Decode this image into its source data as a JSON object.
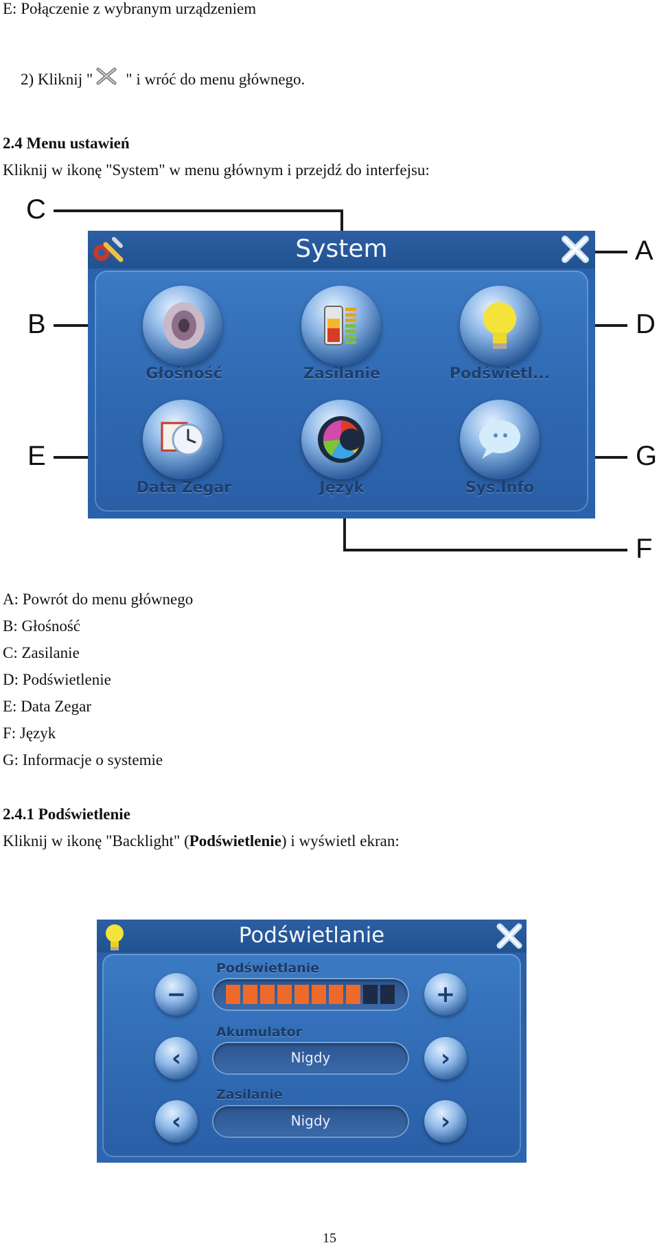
{
  "text": {
    "line_e": "E: Połączenie z wybranym urządzeniem",
    "step2_prefix": "2) Kliknij \"",
    "step2_suffix": "\" i wróć do menu głównego.",
    "section_title": "2.4 Menu ustawień",
    "section_intro": "Kliknij w ikonę \"System\" w menu głównym i przejdź do interfejsu:",
    "legend": [
      "A: Powrót do menu głównego",
      "B: Głośność",
      "C: Zasilanie",
      "D: Podświetlenie",
      "E: Data Zegar",
      "F: Język",
      "G: Informacje o systemie"
    ],
    "sub_title": "2.4.1 Podświetlenie",
    "sub_intro_a": "Kliknij w ikonę \"Backlight\" (",
    "sub_intro_bold": "Podświetlenie",
    "sub_intro_b": ") i wyświetl ekran:",
    "page_number": "15"
  },
  "system_screen": {
    "title": "System",
    "icons": [
      {
        "label": "Głośność",
        "icon": "speaker-icon"
      },
      {
        "label": "Zasilanie",
        "icon": "battery-icon"
      },
      {
        "label": "Podświetl...",
        "icon": "lightbulb-icon"
      },
      {
        "label": "Data Zegar",
        "icon": "calendar-clock-icon"
      },
      {
        "label": "Język",
        "icon": "language-icon"
      },
      {
        "label": "Sys.Info",
        "icon": "chat-bubble-icon"
      }
    ],
    "callouts": [
      "A",
      "B",
      "C",
      "D",
      "E",
      "F",
      "G"
    ]
  },
  "backlight_screen": {
    "title": "Podświetlanie",
    "backlight_label": "Podświetlanie",
    "backlight_level": 8,
    "backlight_max": 10,
    "battery_label": "Akumulator",
    "battery_value": "Nigdy",
    "power_label": "Zasilanie",
    "power_value": "Nigdy"
  },
  "colors": {
    "accent_orange": "#ee6a2a",
    "segment_off": "#1d2a44"
  }
}
